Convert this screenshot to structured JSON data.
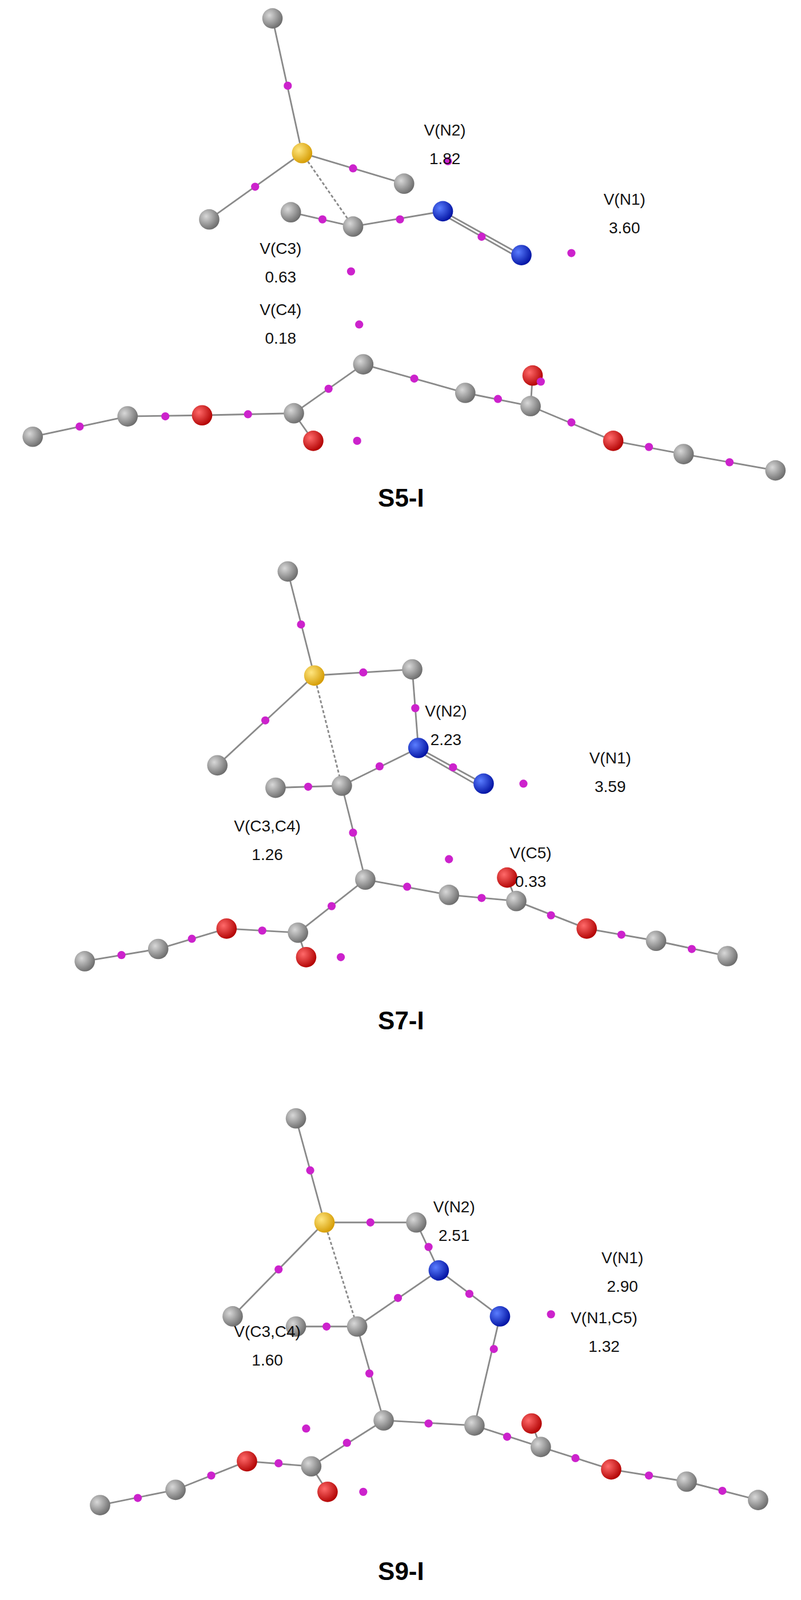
{
  "diagram": {
    "labels": [
      "V(N2)",
      "1.82",
      "V(N1)",
      "3.60",
      "V(C3)",
      "0.63",
      "V(C4)",
      "0.18",
      "S5-I",
      "V(N2)",
      "2.23",
      "V(N1)",
      "3.59",
      "V(C3,C4)",
      "1.26",
      "V(C5)",
      "0.33",
      "S7-I",
      "V(N2)",
      "2.51",
      "V(N1)",
      "2.90",
      "V(N1,C5)",
      "1.32",
      "V(C3,C4)",
      "1.60",
      "S9-I"
    ]
  }
}
